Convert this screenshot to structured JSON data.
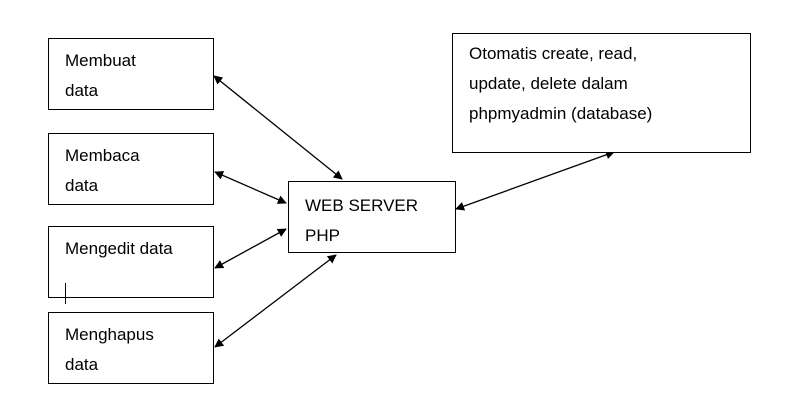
{
  "nodes": {
    "membuat": {
      "label": "Membuat\ndata"
    },
    "membaca": {
      "label": "Membaca\ndata"
    },
    "mengedit": {
      "label": "Mengedit data"
    },
    "menghapus": {
      "label": "Menghapus\ndata"
    },
    "server": {
      "label": "WEB SERVER\nPHP"
    },
    "database": {
      "label": "Otomatis create, read,\nupdate, delete dalam\nphpmyadmin (database)"
    }
  },
  "edges": [
    {
      "from": "membuat",
      "to": "server",
      "direction": "both"
    },
    {
      "from": "membaca",
      "to": "server",
      "direction": "both"
    },
    {
      "from": "mengedit",
      "to": "server",
      "direction": "both"
    },
    {
      "from": "menghapus",
      "to": "server",
      "direction": "both"
    },
    {
      "from": "server",
      "to": "database",
      "direction": "both"
    }
  ],
  "colors": {
    "stroke": "#000000",
    "background": "#ffffff"
  }
}
